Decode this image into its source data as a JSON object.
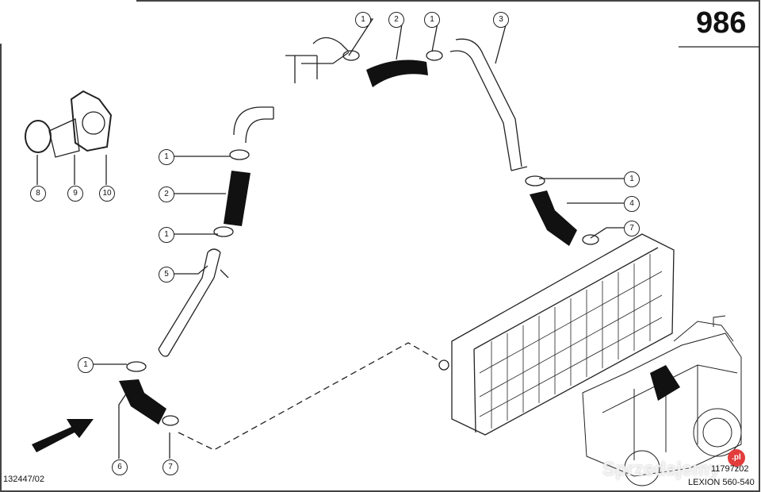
{
  "sheet_number": "986",
  "drawing_number": "132447/02",
  "figure_number": "11797z02",
  "model": "LEXION 560-540",
  "watermark": {
    "text": "Sprzedajemy",
    "badge": ".pl"
  },
  "callouts": [
    "1",
    "2",
    "1",
    "3",
    "1",
    "2",
    "1",
    "5",
    "1",
    "6",
    "7",
    "8",
    "9",
    "10",
    "1",
    "4",
    "7"
  ],
  "colors": {
    "hose": "#111111",
    "line": "#222222",
    "badge": "#e23c3c"
  }
}
